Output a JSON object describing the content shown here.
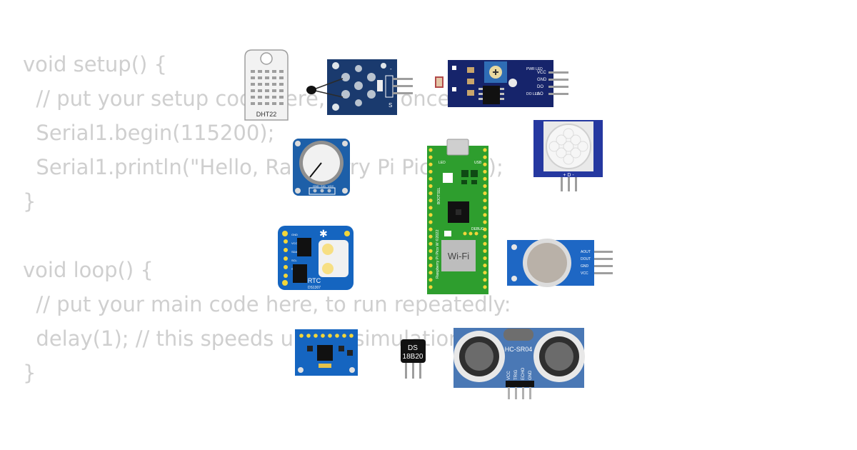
{
  "code": {
    "lines": [
      "void setup() {",
      "  // put your setup code here, to run once:",
      "  Serial1.begin(115200);",
      "  Serial1.println(\"Hello, Raspberry Pi Pico W!\");",
      "}",
      "",
      "void loop() {",
      "  // put your main code here, to run repeatedly:",
      "  delay(1); // this speeds up the simulation",
      "}"
    ]
  },
  "components": {
    "dht22": {
      "label": "DHT22"
    },
    "ldr": {
      "pins": [
        "VCC",
        "GND",
        "DO",
        "AO"
      ],
      "led1": "PWR LED",
      "led2": "DO LED"
    },
    "pir": {
      "pins": "+ D -"
    },
    "pot": {
      "pins": [
        "GND",
        "SIG",
        "VCC"
      ]
    },
    "pico": {
      "usb": "USB",
      "led": "LED",
      "debug": "DEBUG",
      "wifi": "Wi-Fi",
      "board": "Raspberry Pi Pico W ©2022",
      "bootsel": "BOOTSEL"
    },
    "rtc": {
      "label": "RTC",
      "chip": "DS1307",
      "pins": [
        "GND",
        "VCC",
        "SDA",
        "SCL",
        "SQW"
      ]
    },
    "gas": {
      "pins": [
        "AOUT",
        "DOUT",
        "GND",
        "VCC"
      ]
    },
    "ds18b20": {
      "line1": "DS",
      "line2": "18B20"
    },
    "hcsr04": {
      "label": "HC-SR04",
      "pins": [
        "VCC",
        "TRIG",
        "ECHO",
        "GND"
      ]
    }
  },
  "colors": {
    "code_text": "#cfcfcf",
    "pcb_blue": "#1565c0",
    "pcb_navy": "#1a237e",
    "pico_green": "#2e9e2e",
    "sonar_blue": "#4a78b5"
  }
}
